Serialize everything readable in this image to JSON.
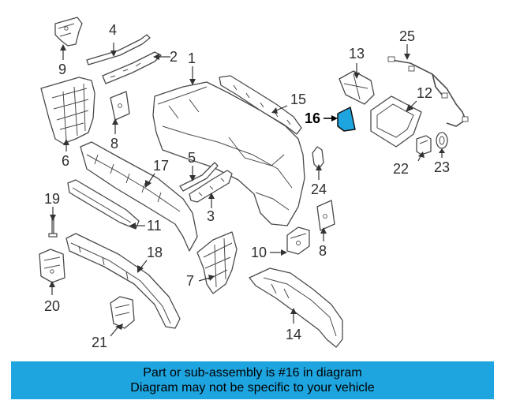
{
  "diagram": {
    "highlight_color": "#1ea5e0",
    "highlighted_part": "16",
    "callouts": {
      "c1": "1",
      "c2": "2",
      "c3": "3",
      "c4": "4",
      "c5": "5",
      "c6": "6",
      "c7": "7",
      "c8a": "8",
      "c8b": "8",
      "c9": "9",
      "c10": "10",
      "c11": "11",
      "c12": "12",
      "c13": "13",
      "c14": "14",
      "c15": "15",
      "c16": "16",
      "c17": "17",
      "c18": "18",
      "c19": "19",
      "c20": "20",
      "c21": "21",
      "c22": "22",
      "c23": "23",
      "c24": "24",
      "c25": "25"
    }
  },
  "banner": {
    "line1": "Part or sub-assembly is #16 in diagram",
    "line2": "Diagram may not be specific to your vehicle"
  }
}
